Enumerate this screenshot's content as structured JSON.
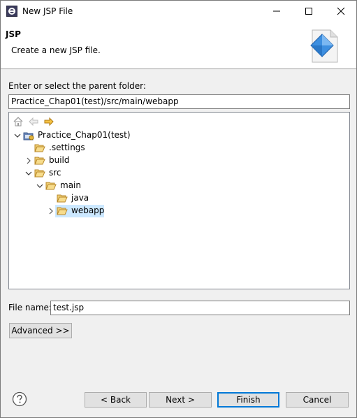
{
  "window": {
    "title": "New JSP File"
  },
  "banner": {
    "title": "JSP",
    "description": "Create a new JSP file."
  },
  "parent_folder": {
    "label": "Enter or select the parent folder:",
    "value": "Practice_Chap01(test)/src/main/webapp"
  },
  "tree": {
    "toolbar": [
      "home-icon",
      "back-arrow-icon",
      "forward-arrow-icon"
    ],
    "items": [
      {
        "label": "Practice_Chap01(test)",
        "type": "project",
        "expanded": true
      },
      {
        "label": ".settings",
        "type": "folder"
      },
      {
        "label": "build",
        "type": "folder",
        "collapsed": true
      },
      {
        "label": "src",
        "type": "folder",
        "expanded": true
      },
      {
        "label": "main",
        "type": "folder",
        "expanded": true
      },
      {
        "label": "java",
        "type": "folder"
      },
      {
        "label": "webapp",
        "type": "folder",
        "collapsed": true,
        "selected": true
      }
    ]
  },
  "file_name": {
    "label": "File name:",
    "value": "test.jsp"
  },
  "buttons": {
    "advanced": "Advanced >>",
    "back": "< Back",
    "next": "Next >",
    "finish": "Finish",
    "cancel": "Cancel"
  },
  "colors": {
    "selection": "#cce8ff",
    "default_button_border": "#0078d7",
    "folder": "#e8b54a"
  }
}
